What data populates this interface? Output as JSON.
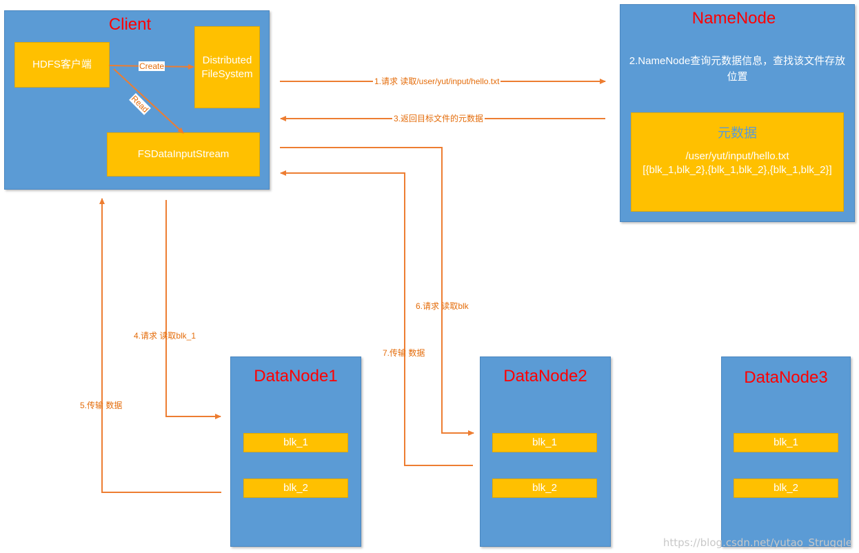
{
  "client": {
    "title": "Client",
    "hdfs_client": "HDFS客户端",
    "dfs": "Distributed FileSystem",
    "stream": "FSDataInputStream",
    "create_label": "Create",
    "read_label": "Read"
  },
  "namenode": {
    "title": "NameNode",
    "desc": "2.NameNode查询元数据信息，查找该文件存放位置",
    "meta_title": "元数据",
    "meta_path": "/user/yut/input/hello.txt",
    "meta_blocks": "[{blk_1,blk_2},{blk_1,blk_2},{blk_1,blk_2}]"
  },
  "steps": {
    "s1": "1.请求 读取/user/yut/input/hello.txt",
    "s3": "3.返回目标文件的元数据",
    "s4": "4.请求 读取blk_1",
    "s5": "5.传输 数据",
    "s6": "6.请求 读取blk",
    "s7": "7.传输 数据"
  },
  "datanodes": [
    {
      "title": "DataNode1",
      "blocks": [
        "blk_1",
        "blk_2"
      ]
    },
    {
      "title": "DataNode2",
      "blocks": [
        "blk_1",
        "blk_2"
      ]
    },
    {
      "title": "DataNode3",
      "blocks": [
        "blk_1",
        "blk_2"
      ]
    }
  ],
  "watermark": "https://blog.csdn.net/yutao_Struggle",
  "colors": {
    "node": "#5b9bd5",
    "block": "#ffc000",
    "title": "#ff0000",
    "edge": "#ed7d31"
  }
}
